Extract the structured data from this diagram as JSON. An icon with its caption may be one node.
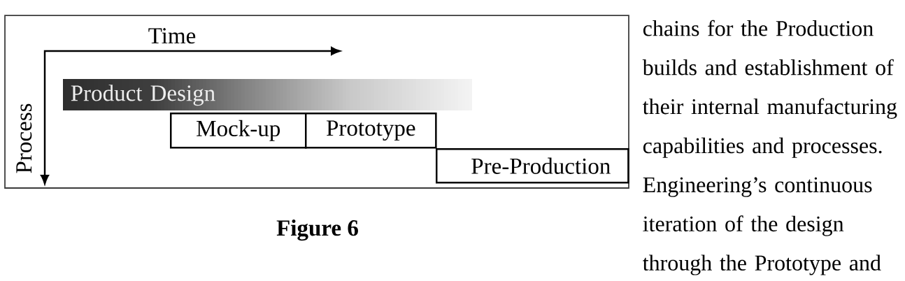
{
  "diagram": {
    "caption": "Figure 6",
    "nodes": [
      {
        "text": [
          "Product Design"
        ]
      },
      {
        "text": [
          "Mock-up"
        ]
      },
      {
        "text": [
          "Prototype"
        ]
      },
      {
        "text": [
          "Pre-Production"
        ]
      }
    ],
    "labels": [
      "Time",
      "Process",
      "chains for the Production builds and establishment of their internal manufacturing capabilities and processes. Engineering’s continuous iteration of the design through the Prototype and"
    ]
  }
}
